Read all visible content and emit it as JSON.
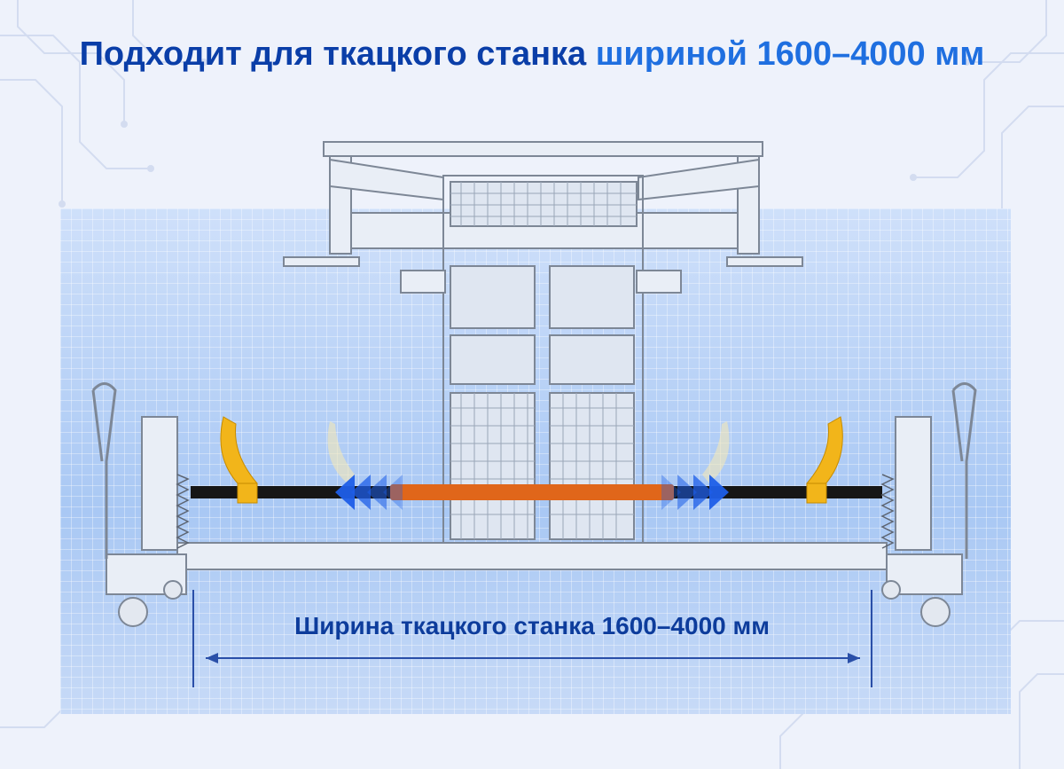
{
  "title": {
    "part1": "Подходит для ткацкого станка ",
    "part2": "шириной 1600–4000 мм"
  },
  "dimension": {
    "label": "Ширина ткацкого станка 1600–4000 мм"
  },
  "colors": {
    "title": "#0a3ea8",
    "title_highlight": "#1f6fe0",
    "beam_orange": "#e0661a",
    "hook_yellow": "#f2b51a",
    "arrow_blue": "#1e5ee8",
    "line_gray": "#7d8796"
  },
  "icons": [
    "left-arrow-icon",
    "right-arrow-icon",
    "dimension-arrow-icon"
  ]
}
